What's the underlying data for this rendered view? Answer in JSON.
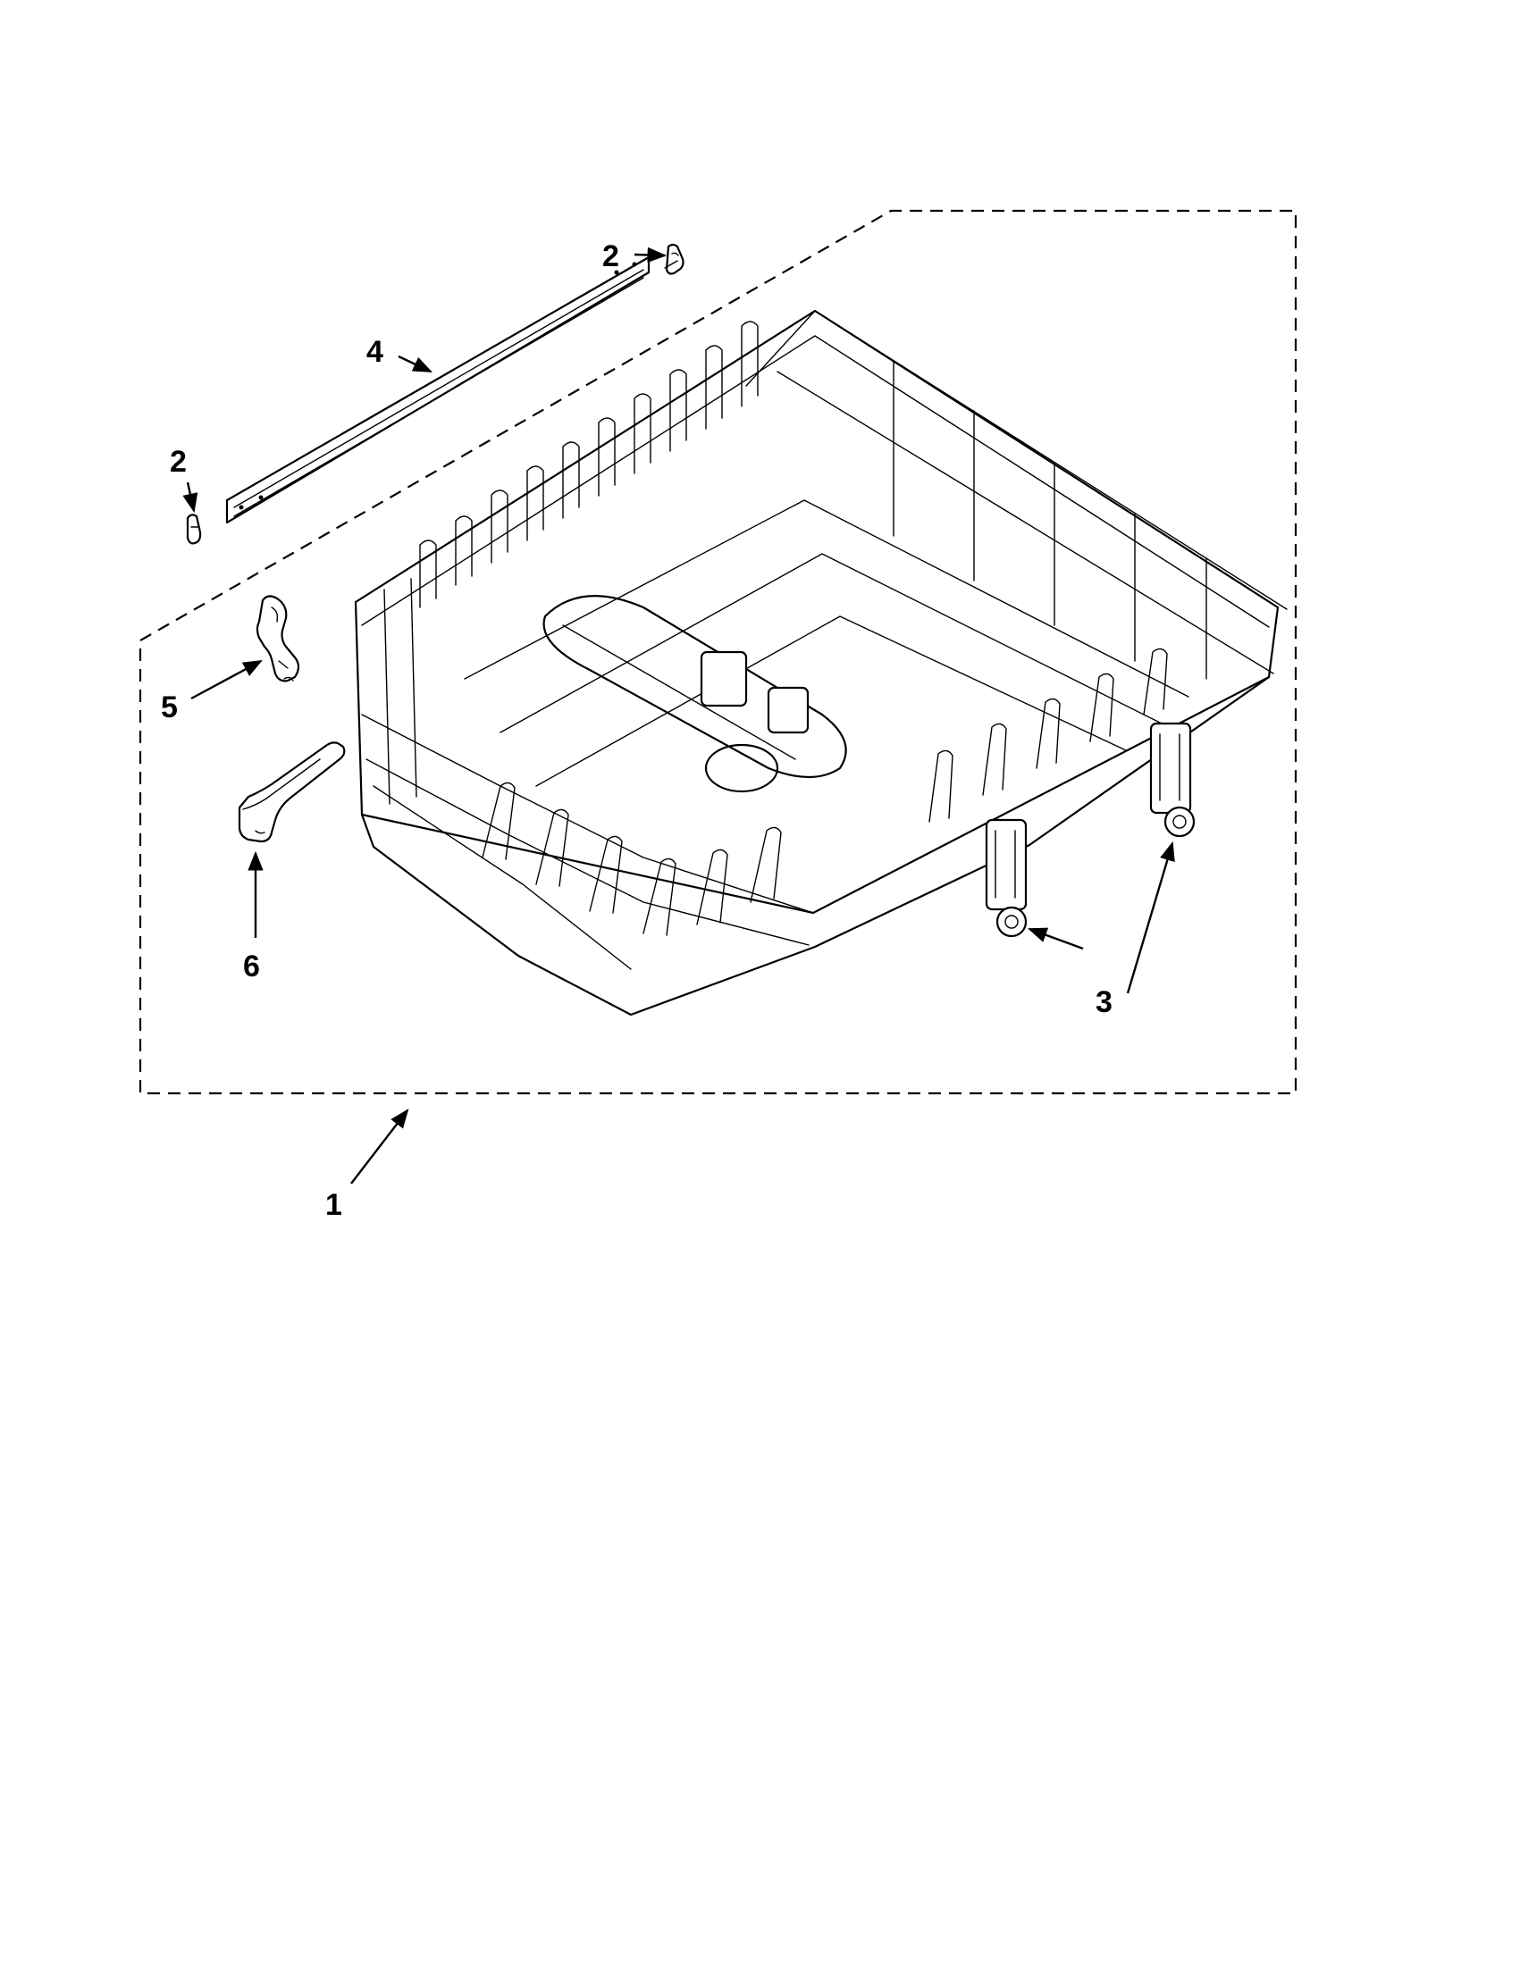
{
  "callouts": {
    "c1": "1",
    "c2_top": "2",
    "c2_left": "2",
    "c3": "3",
    "c4": "4",
    "c5": "5",
    "c6": "6"
  }
}
